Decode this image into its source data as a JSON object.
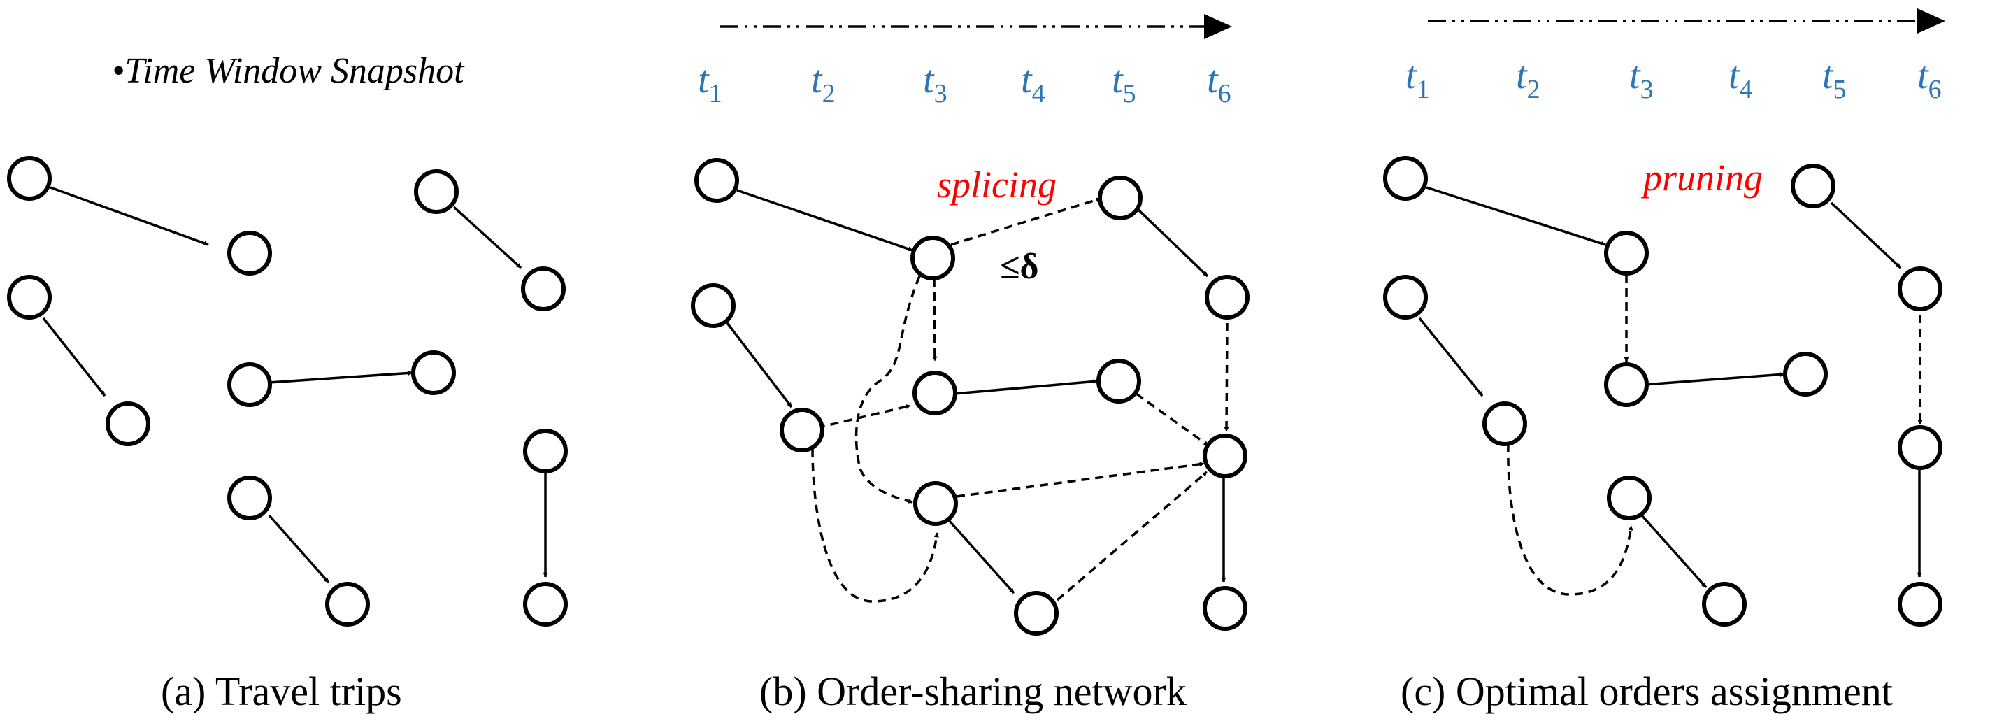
{
  "snapshot_label": "•Time Window Snapshot",
  "captions": {
    "a": "(a) Travel trips",
    "b": "(b) Order-sharing network",
    "c": "(c) Optimal orders assignment"
  },
  "time_ticks": [
    {
      "letter": "t",
      "sub": "1"
    },
    {
      "letter": "t",
      "sub": "2"
    },
    {
      "letter": "t",
      "sub": "3"
    },
    {
      "letter": "t",
      "sub": "4"
    },
    {
      "letter": "t",
      "sub": "5"
    },
    {
      "letter": "t",
      "sub": "6"
    }
  ],
  "annotations": {
    "splicing": "splicing",
    "pruning": "pruning",
    "delta": "≤δ"
  },
  "colors": {
    "tick": "#2E75B6",
    "annotation": "#FF0000",
    "ink": "#000000"
  }
}
